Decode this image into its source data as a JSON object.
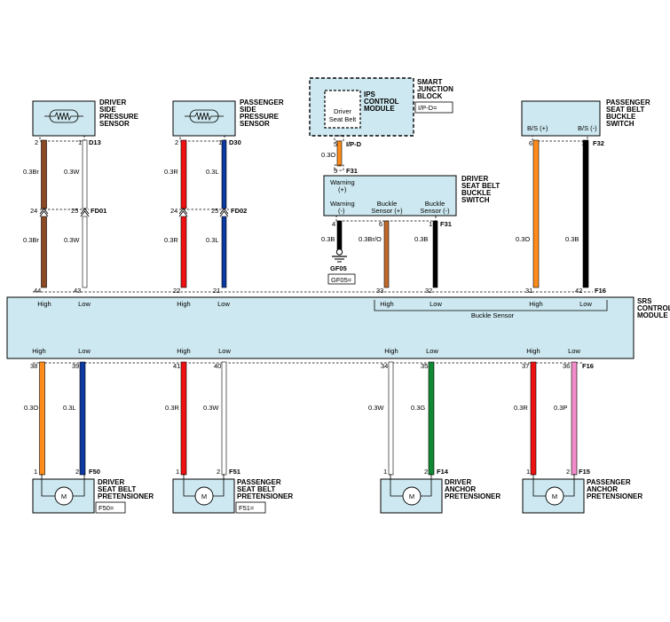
{
  "colors": {
    "component_fill": "#cde8f0",
    "brown": "#8b4a24",
    "white": "#ffffff",
    "red": "#ee1111",
    "blue": "#0d3aa0",
    "orange": "#ff8c1a",
    "black": "#000000",
    "green": "#118833",
    "pink": "#f28cc8"
  },
  "components": {
    "driver_pressure_sensor": {
      "name": [
        "DRIVER",
        "SIDE",
        "PRESSURE",
        "SENSOR"
      ],
      "connector": "D13",
      "pins": [
        "2",
        "1"
      ]
    },
    "passenger_pressure_sensor": {
      "name": [
        "PASSENGER",
        "SIDE",
        "PRESSURE",
        "SENSOR"
      ],
      "connector": "D30",
      "pins": [
        "2",
        "1"
      ]
    },
    "smart_junction_block": {
      "name": [
        "SMART",
        "JUNCTION",
        "BLOCK"
      ],
      "inner_name": [
        "IPS",
        "CONTROL",
        "MODULE"
      ],
      "inner_label": [
        "Driver",
        "Seat Belt"
      ],
      "ref": "I/P-D=",
      "pin": "5",
      "connector": "I/P-D"
    },
    "driver_buckle_switch": {
      "name": [
        "DRIVER",
        "SEAT BELT",
        "BUCKLE",
        "SWITCH"
      ],
      "top_pin": "5",
      "top_connector": "F31",
      "labels": [
        "Warning",
        "(+)",
        "Warning",
        "(-)",
        "Buckle",
        "Sensor (+)",
        "Buckle",
        "Sensor (-)"
      ],
      "pins": [
        "4",
        "6",
        "1"
      ],
      "connector": "F31"
    },
    "passenger_buckle_switch": {
      "name": [
        "PASSENGER",
        "SEAT BELT",
        "BUCKLE",
        "SWITCH"
      ],
      "labels": [
        "B/S (+)",
        "B/S (-)"
      ],
      "pins": [
        "6",
        "1"
      ],
      "connector": "F32"
    },
    "ground": {
      "name": "GF05",
      "ref": "GF05="
    },
    "srs_module": {
      "name": [
        "SRS",
        "CONTROL",
        "MODULE"
      ],
      "top_pins": [
        "44",
        "43",
        "22",
        "21",
        "33",
        "32",
        "31",
        "42"
      ],
      "top_connector": "F16",
      "top_labels": [
        "High",
        "Low",
        "High",
        "Low",
        "High",
        "Low",
        "High",
        "Low"
      ],
      "buckle_sensor_label": "Buckle Sensor",
      "bottom_pins": [
        "38",
        "39",
        "41",
        "40",
        "34",
        "35",
        "37",
        "36"
      ],
      "bottom_connector": "F16",
      "bottom_labels": [
        "High",
        "Low",
        "High",
        "Low",
        "High",
        "Low",
        "High",
        "Low"
      ]
    },
    "driver_pretensioner": {
      "name": [
        "DRIVER",
        "SEAT BELT",
        "PRETENSIONER"
      ],
      "connector": "F50",
      "ref": "F50=",
      "pins": [
        "1",
        "2"
      ],
      "motor": "M"
    },
    "passenger_pretensioner": {
      "name": [
        "PASSENGER",
        "SEAT BELT",
        "PRETENSIONER"
      ],
      "connector": "F51",
      "ref": "F51=",
      "pins": [
        "1",
        "2"
      ],
      "motor": "M"
    },
    "driver_anchor": {
      "name": [
        "DRIVER",
        "ANCHOR",
        "PRETENSIONER"
      ],
      "connector": "F14",
      "pins": [
        "1",
        "2"
      ],
      "motor": "M"
    },
    "passenger_anchor": {
      "name": [
        "PASSENGER",
        "ANCHOR",
        "PRETENSIONER"
      ],
      "connector": "F15",
      "pins": [
        "1",
        "2"
      ],
      "motor": "M"
    }
  },
  "junctions": {
    "fd01": {
      "name": "FD01",
      "pins": [
        "24",
        "25"
      ]
    },
    "fd02": {
      "name": "FD02",
      "pins": [
        "24",
        "25"
      ]
    }
  },
  "wires": {
    "d_sensor_1": "0.3Br",
    "d_sensor_2": "0.3W",
    "d_sensor_3": "0.3Br",
    "d_sensor_4": "0.3W",
    "p_sensor_1": "0.3R",
    "p_sensor_2": "0.3L",
    "p_sensor_3": "0.3R",
    "p_sensor_4": "0.3L",
    "ips_wire": "0.3O",
    "warn_ground": "0.3B",
    "buckle_plus": "0.3Br/O",
    "buckle_minus": "0.3B",
    "pbs_plus": "0.3O",
    "pbs_minus": "0.3B",
    "dpt_high": "0.3O",
    "dpt_low": "0.3L",
    "ppt_high": "0.3R",
    "ppt_low": "0.3W",
    "da_high": "0.3W",
    "da_low": "0.3G",
    "pa_high": "0.3R",
    "pa_low": "0.3P"
  }
}
